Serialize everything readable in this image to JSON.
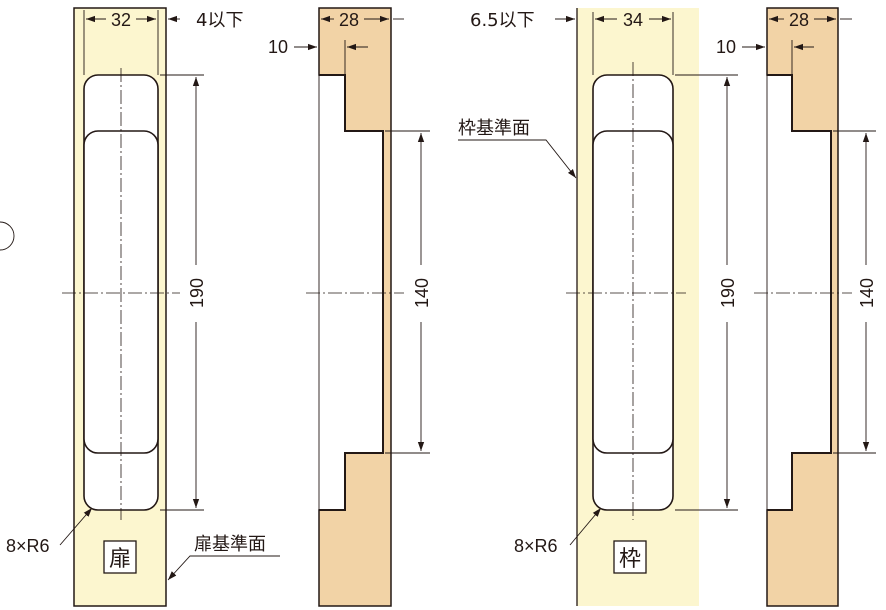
{
  "colors": {
    "door_fill": "#fcf6cf",
    "frame_fill": "#f2d3a6",
    "line": "#231815",
    "white": "#ffffff"
  },
  "door_view": {
    "dim_width": "32",
    "dim_clearance": "4以下",
    "dim_height": "190",
    "radius_label": "8×R6",
    "box_label": "扉",
    "reference_label": "扉基準面"
  },
  "door_side": {
    "dim_depth": "28",
    "dim_step": "10",
    "dim_height": "140"
  },
  "frame_view": {
    "dim_width": "34",
    "dim_clearance": "6.5以下",
    "dim_height": "190",
    "radius_label": "8×R6",
    "box_label": "枠",
    "reference_label": "枠基準面"
  },
  "frame_side": {
    "dim_depth": "28",
    "dim_step": "10",
    "dim_height": "140"
  }
}
